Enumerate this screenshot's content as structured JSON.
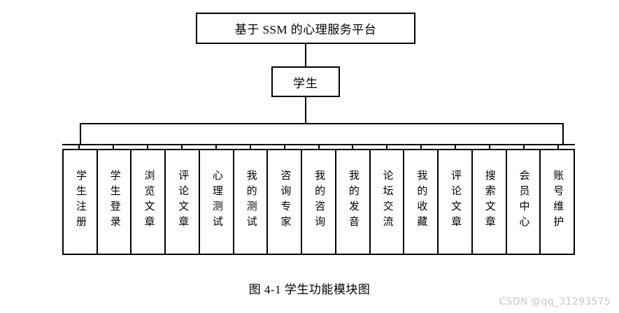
{
  "diagram": {
    "root": {
      "label": "基于 SSM 的心理服务平台"
    },
    "actor": {
      "label": "学生"
    },
    "leaves": [
      {
        "label": "学生注册"
      },
      {
        "label": "学生登录"
      },
      {
        "label": "浏览文章"
      },
      {
        "label": "评论文章"
      },
      {
        "label": "心理测试"
      },
      {
        "label": "我的测试"
      },
      {
        "label": "咨询专家"
      },
      {
        "label": "我的咨询"
      },
      {
        "label": "我的发音"
      },
      {
        "label": "论坛交流"
      },
      {
        "label": "我的收藏"
      },
      {
        "label": "评论文章"
      },
      {
        "label": "搜索文章"
      },
      {
        "label": "会员中心"
      },
      {
        "label": "账号维护"
      }
    ]
  },
  "caption": {
    "text": "图 4-1  学生功能模块图"
  },
  "watermark": {
    "text": "CSDN @qq_31293575"
  },
  "colors": {
    "background": "#ffffff",
    "stroke": "#000000",
    "text": "#000000",
    "watermark": "#c8c8c8"
  }
}
